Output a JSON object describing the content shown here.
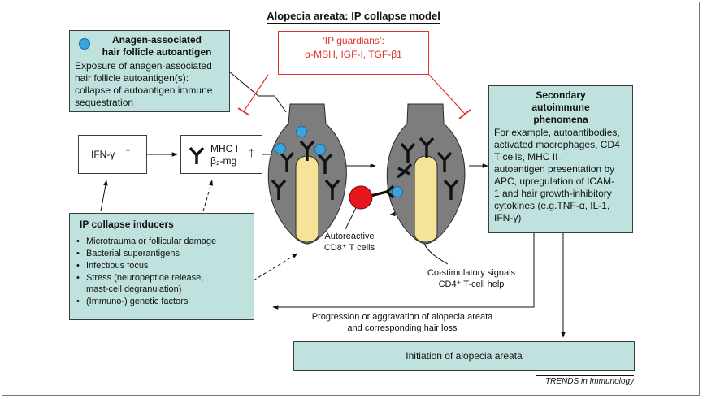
{
  "title": "Alopecia areata: IP collapse model",
  "anagen_box": {
    "heading_line1": "Anagen-associated",
    "heading_line2": "hair follicle autoantigen",
    "body_lines": [
      "Exposure of anagen-associated",
      "hair follicle autoantigen(s):",
      "collapse of autoantigen immune",
      "sequestration"
    ]
  },
  "guardians_box": {
    "line1": "‘IP guardians’:",
    "line2": "α-MSH, IGF-I, TGF-β1"
  },
  "ifn_box": {
    "label": "IFN-γ",
    "arrow": "↑"
  },
  "mhc_box": {
    "line1": "MHC I",
    "line2": "β₂-mg",
    "arrow": "↑"
  },
  "inducers_box": {
    "heading": "IP collapse inducers",
    "items": [
      "Microtrauma or follicular damage",
      "Bacterial superantigens",
      "Infectious focus",
      "Stress (neuropeptide release, mast-cell degranulation)",
      "(Immuno-) genetic factors"
    ]
  },
  "secondary_box": {
    "heading_line1": "Secondary",
    "heading_line2": "autoimmune",
    "heading_line3": "phenomena",
    "body_lines": [
      "For example, autoantibodies,",
      "activated macrophages, CD4",
      "T cells, MHC II ,",
      "autoantigen presentation by",
      "APC, upregulation of ICAM-",
      "1 and hair growth-inhibitory",
      "cytokines (e.g.TNF-α, IL-1,",
      "IFN-γ)"
    ]
  },
  "cd8_label": {
    "line1": "Autoreactive",
    "line2": "CD8⁺ T cells"
  },
  "costim_label": {
    "line1": "Co-stimulatory signals",
    "line2": "CD4⁺ T-cell help"
  },
  "progression_label": {
    "line1": "Progression or aggravation of alopecia areata",
    "line2": "and corresponding hair loss"
  },
  "initiation_box": {
    "label": "Initiation of alopecia areata"
  },
  "journal_label": "TRENDS in Immunology",
  "colors": {
    "teal_fill": "#bfe2de",
    "follicle_grey": "#7d7d7d",
    "dermal_papilla": "#f6e39a",
    "autoantigen_blue": "#3aa3e0",
    "tcell_red": "#e5161c",
    "guardian_red": "#e0312b"
  },
  "icons": [
    "antibody-icon",
    "autoantigen-dot-icon",
    "t-cell-icon",
    "hair-follicle-icon"
  ]
}
